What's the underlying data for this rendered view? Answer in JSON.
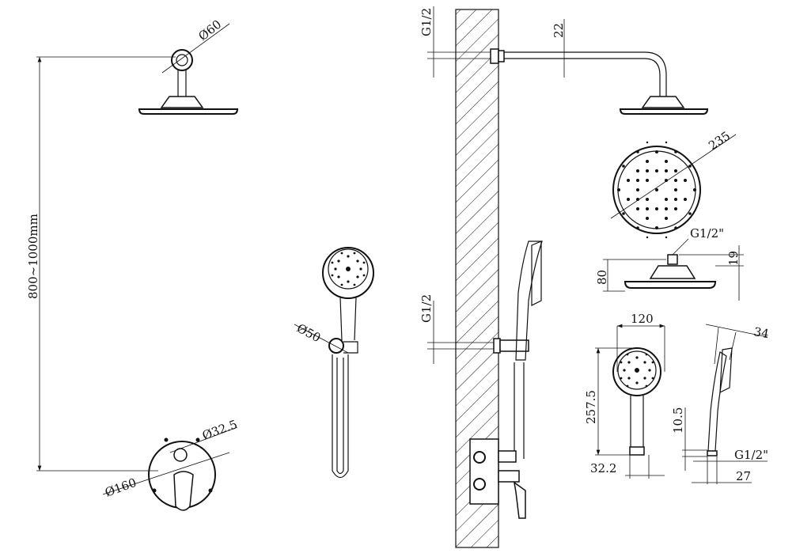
{
  "title": "Shower system technical drawing",
  "dimensions": {
    "height_range": "800~1000mm",
    "wall_flange_dia": "Ø60",
    "holder_dia": "Ø50",
    "diverter_dia": "Ø32.5",
    "plate_dia": "Ø160",
    "top_inlet": "G1/2",
    "mid_inlet": "G1/2",
    "arm_dia": "22",
    "head_dia": "235",
    "head_thread": "G1/2\"",
    "head_height": "80",
    "neck_height": "19",
    "hand_head_width": "120",
    "hand_length": "257.5",
    "hand_neck_width": "32.2",
    "hand_thickness": "34",
    "hand_thread_len": "10.5",
    "hand_thread": "G1/2\"",
    "hand_thread_width": "27"
  }
}
